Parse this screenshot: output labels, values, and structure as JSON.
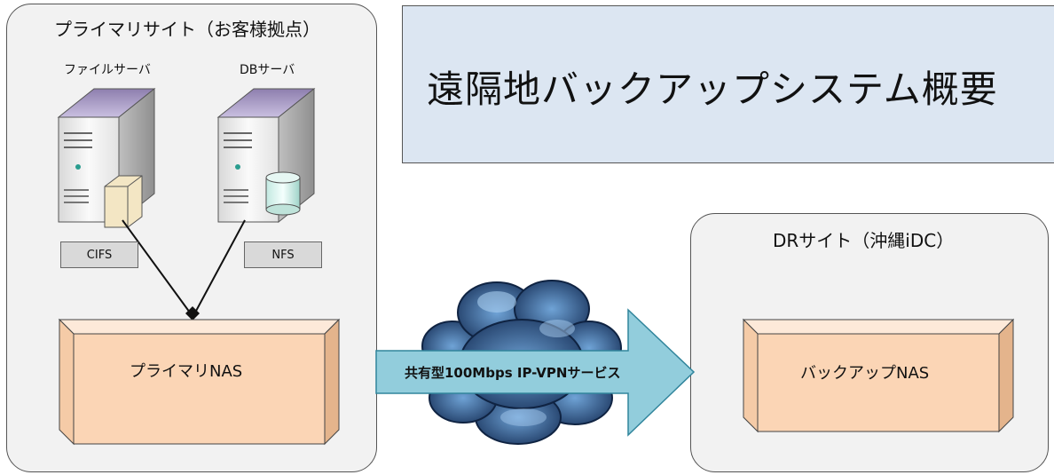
{
  "title": "遠隔地バックアップシステム概要",
  "primary_site": {
    "title": "プライマリサイト（お客様拠点）",
    "servers": [
      {
        "label": "ファイルサーバ",
        "protocol": "CIFS"
      },
      {
        "label": "DBサーバ",
        "protocol": "NFS"
      }
    ],
    "nas_label": "プライマリNAS"
  },
  "dr_site": {
    "title": "DRサイト（沖縄iDC）",
    "nas_label": "バックアップNAS"
  },
  "network": {
    "label": "共有型100Mbps IP-VPNサービス"
  },
  "colors": {
    "site_bg": "#f2f2f2",
    "title_bg": "#dce6f2",
    "nas_fill": "#fbd5b5",
    "arrow_fill": "#92cddc",
    "proto_fill": "#d9d9d9",
    "cloud_fill": "#3a6aa0"
  }
}
